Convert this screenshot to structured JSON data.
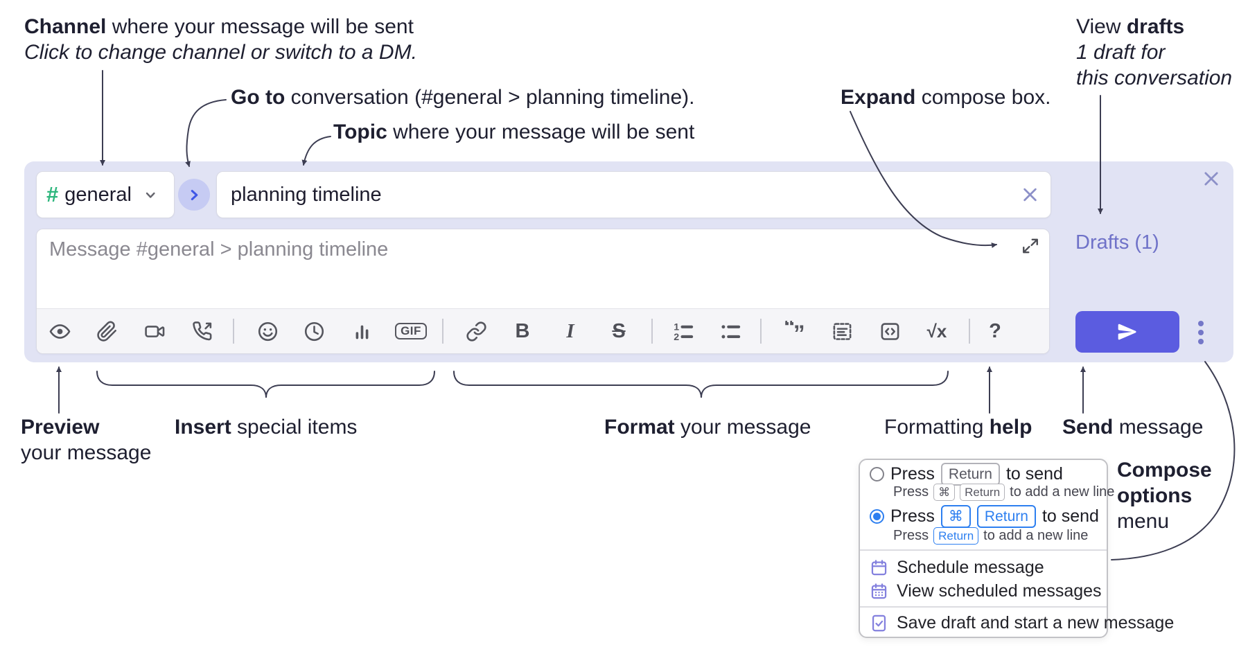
{
  "annotations": {
    "channel": {
      "lead": "Channel",
      "rest": " where your message will be sent",
      "sub": "Click to change channel or switch to a DM."
    },
    "goto": {
      "lead": "Go to",
      "rest": " conversation (#general > planning timeline)."
    },
    "topic": {
      "lead": "Topic",
      "rest": " where your message will be sent"
    },
    "expand": {
      "lead": "Expand",
      "rest": " compose box."
    },
    "view_drafts": {
      "lead": "View ",
      "bold": "drafts",
      "line2": "1 draft for",
      "line3": "this conversation"
    },
    "preview": {
      "lead": "Preview",
      "line2": "your message"
    },
    "insert": {
      "lead": "Insert",
      "rest": " special items"
    },
    "format": {
      "lead": "Format",
      "rest": " your message"
    },
    "formatting_help": {
      "lead": "Formatting ",
      "bold": "help"
    },
    "send": {
      "lead": "Send",
      "rest": " message"
    },
    "compose_options": {
      "line1": "Compose",
      "line2": "options",
      "line3": "menu"
    }
  },
  "composer": {
    "channel_hash": "#",
    "channel_name": "general",
    "topic_value": "planning timeline",
    "message_placeholder": "Message #general > planning timeline",
    "drafts_link": "Drafts (1)",
    "toolbar": {
      "gif": "GIF",
      "bold": "B",
      "italic": "I",
      "strikethrough": "S",
      "formula": "√x",
      "help": "?"
    }
  },
  "options_menu": {
    "option1": {
      "press": "Press",
      "key_return": "Return",
      "to_send": "to send",
      "sub_press": "Press",
      "sub_key_cmd": "⌘",
      "sub_key_return": "Return",
      "sub_rest": "to add a new line"
    },
    "option2": {
      "press": "Press",
      "key_cmd": "⌘",
      "key_return": "Return",
      "to_send": "to send",
      "sub_press": "Press",
      "sub_key_return": "Return",
      "sub_rest": "to add a new line"
    },
    "items": [
      "Schedule message",
      "View scheduled messages",
      "Save draft and start a new message"
    ]
  },
  "colors": {
    "panel": "#e1e3f4",
    "send_button": "#5b5ce0",
    "accent_blue": "#2d7ff0",
    "hash_green": "#2eb67d",
    "drafts_link": "#6f72c8",
    "menu_icon_purple": "#8380de",
    "annotation_text": "#1e1f30",
    "toolbar_icon": "#55565e"
  }
}
